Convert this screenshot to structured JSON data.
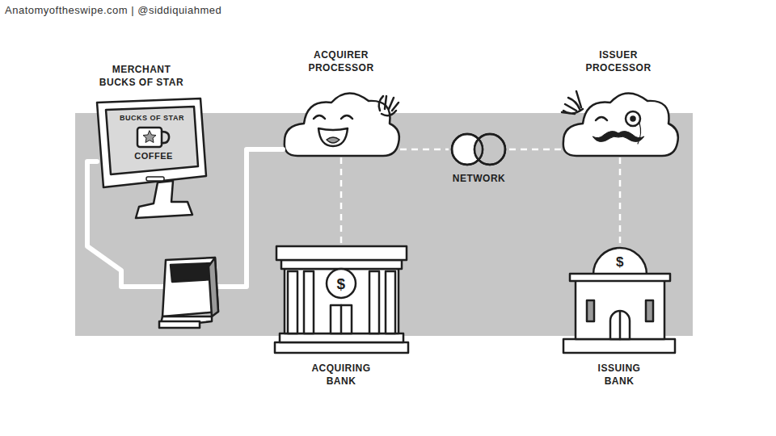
{
  "diagram": {
    "nodes": [
      {
        "text": [
          "MERCHANT BUCKS OF STAR"
        ]
      },
      {
        "text": [
          "ACQUIRER PROCESSOR"
        ]
      },
      {
        "text": [
          "NETWORK"
        ]
      },
      {
        "text": [
          "ISSUER PROCESSOR"
        ]
      },
      {
        "text": [
          "ACQUIRING BANK"
        ]
      },
      {
        "text": [
          "ISSUING BANK"
        ]
      }
    ],
    "edges": [
      {
        "from": 0,
        "to": 1,
        "arrow": "none"
      },
      {
        "from": 1,
        "to": 2,
        "arrow": "none"
      },
      {
        "from": 2,
        "to": 3,
        "arrow": "none"
      },
      {
        "from": 1,
        "to": 4,
        "arrow": "none"
      },
      {
        "from": 3,
        "to": 5,
        "arrow": "none"
      }
    ],
    "labels": [
      "Anatomyoftheswipe.com | @siddiquiahmed",
      "BUCKS OF STAR",
      "COFFEE",
      "$",
      "$"
    ]
  }
}
